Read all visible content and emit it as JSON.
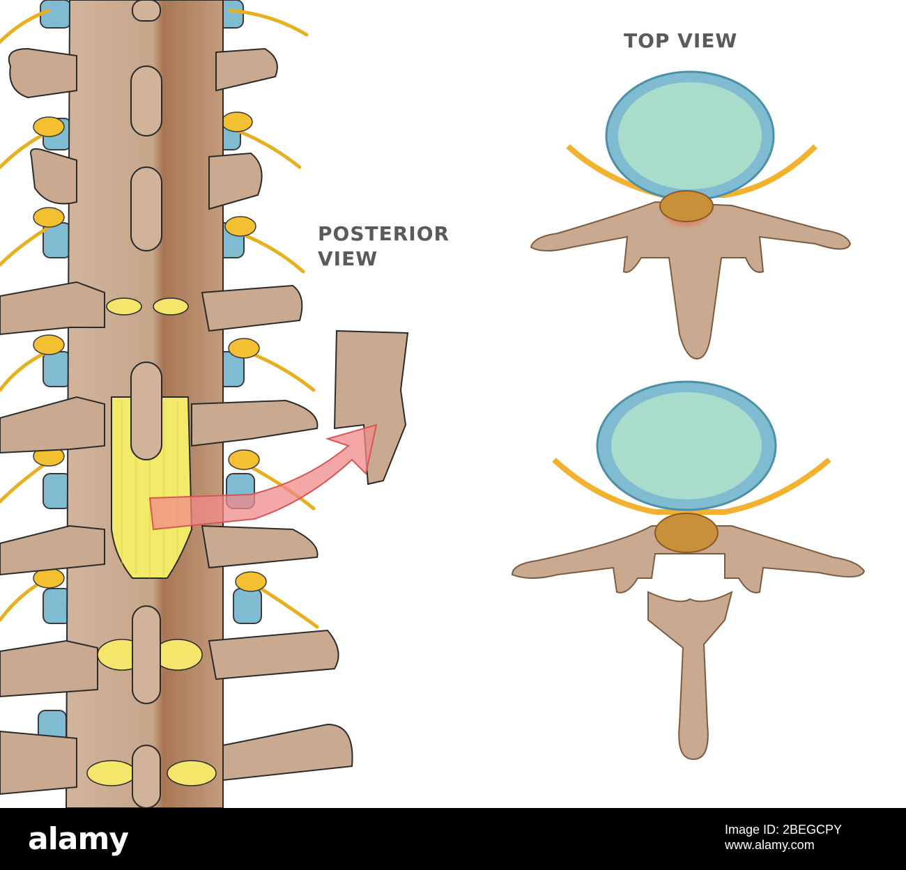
{
  "labels": {
    "top_view": "TOP VIEW",
    "posterior_line1": "POSTERIOR",
    "posterior_line2": "VIEW"
  },
  "footer": {
    "brand": "alamy",
    "watermark": "",
    "image_id_label": "Image ID: 2BEGCPY",
    "site": "www.alamy.com"
  },
  "colors": {
    "bone": "#c8a88e",
    "bone_dark": "#8f6040",
    "disc_blue": "#7fbcd2",
    "disc_inner": "#a9dccb",
    "nerve": "#f2b230",
    "ligament": "#f3ea6a",
    "arrow": "#f08080",
    "inflammation": "#e8402a"
  }
}
